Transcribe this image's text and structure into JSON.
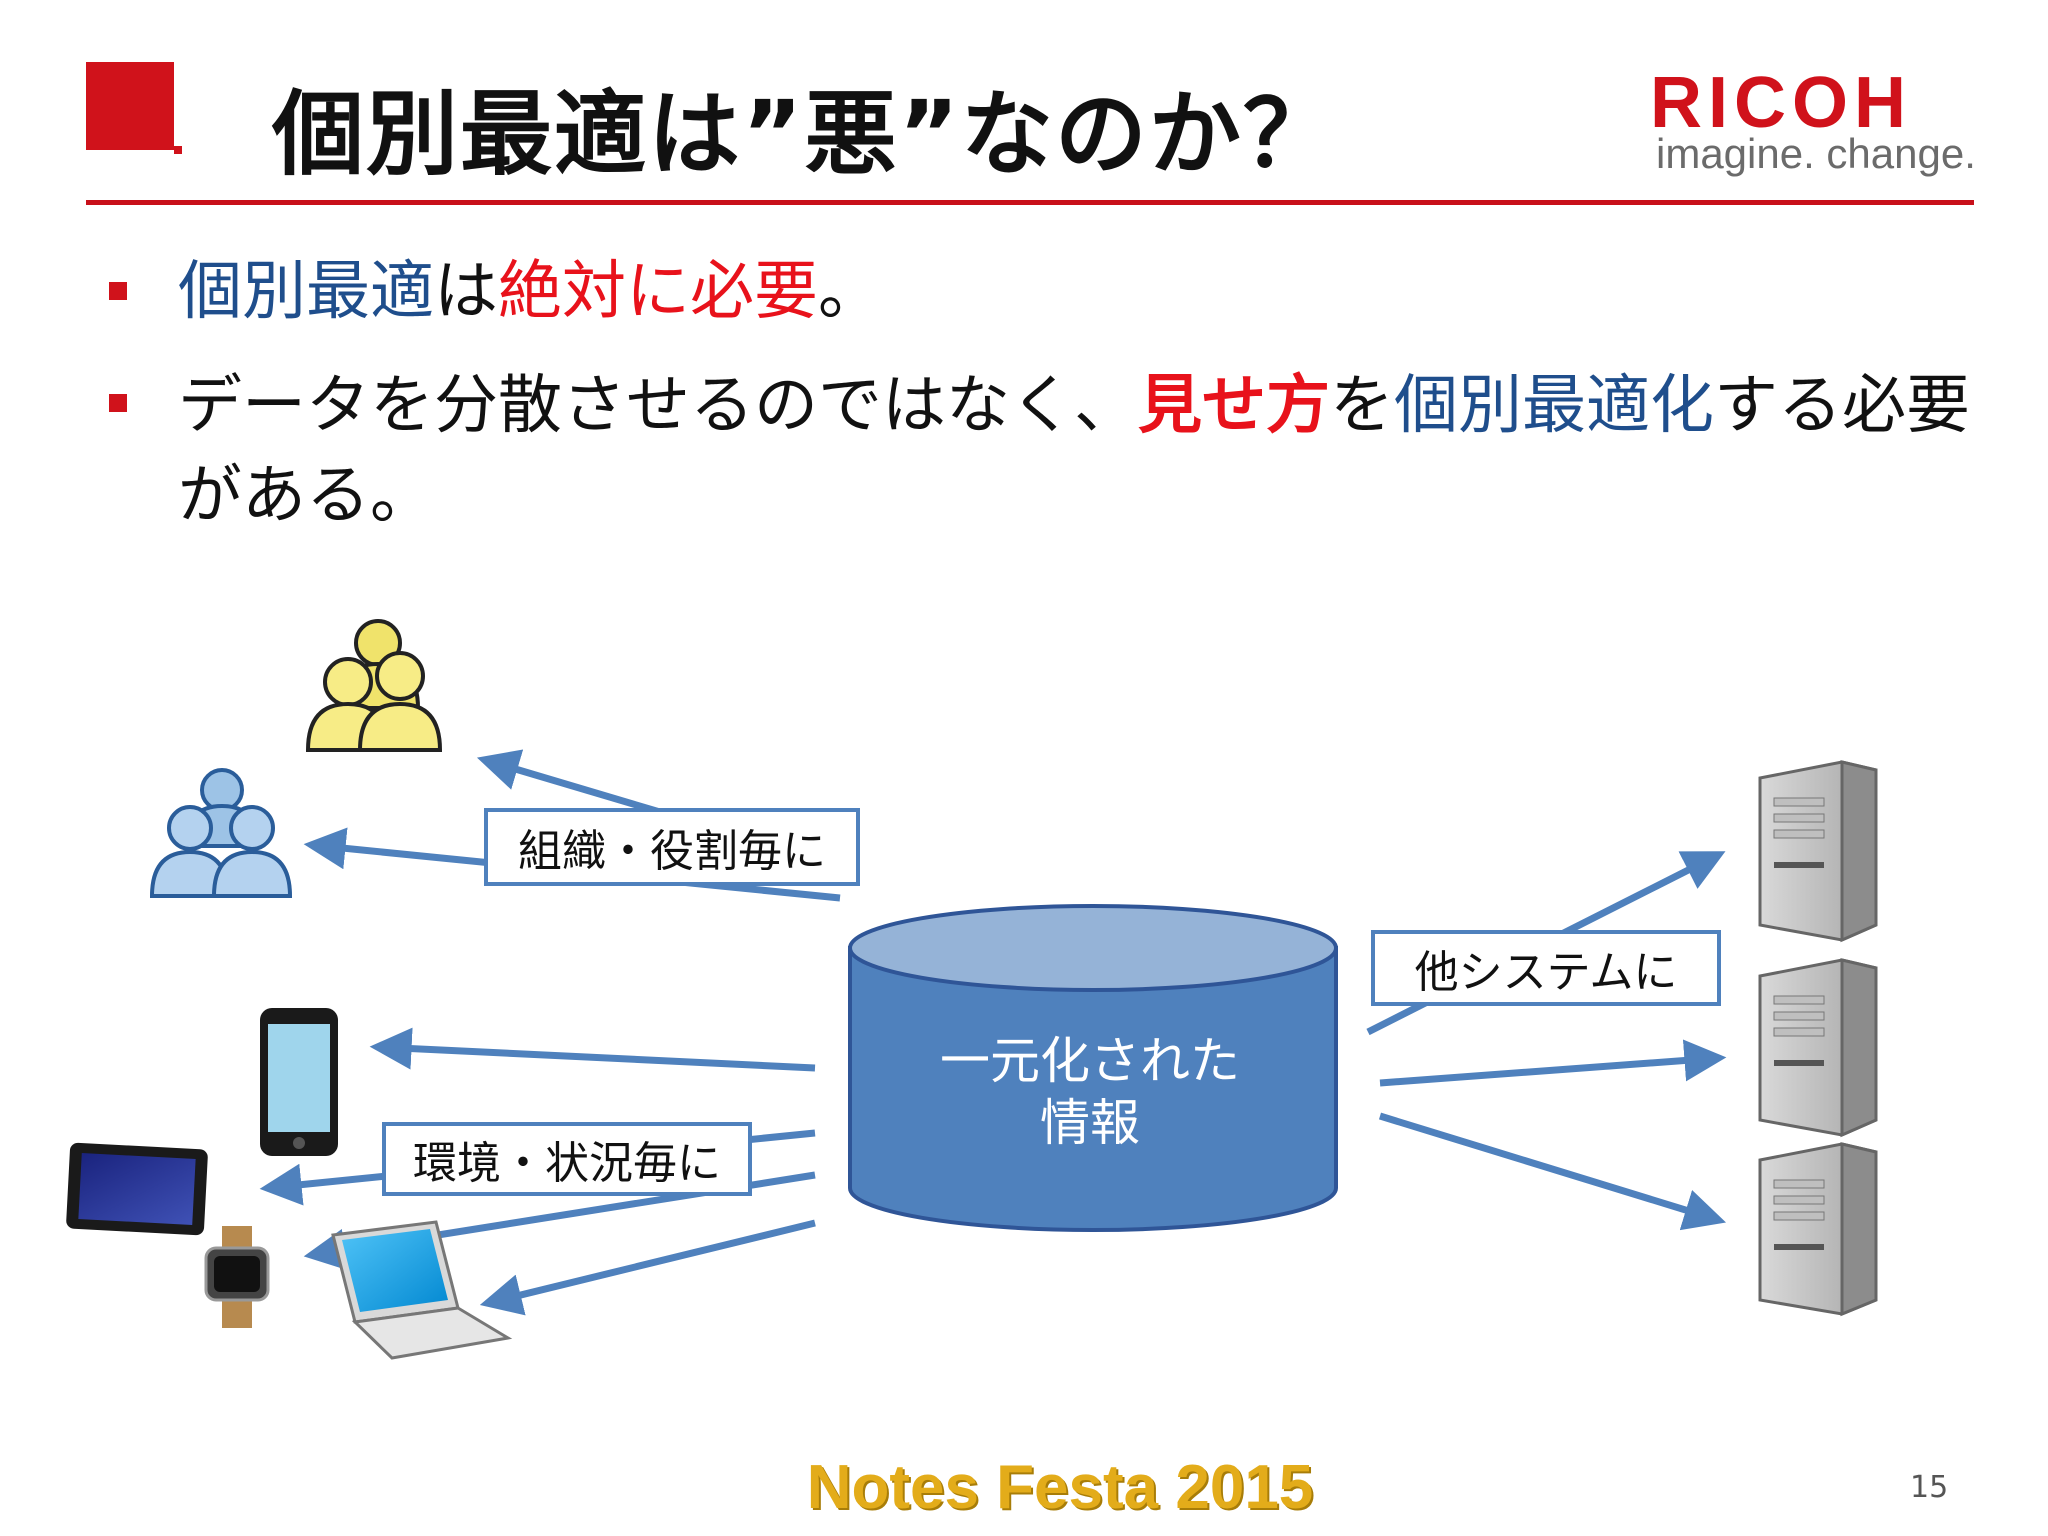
{
  "header": {
    "title": "個別最適は”悪”なのか？",
    "logo_word": "RICOH",
    "logo_tagline": "imagine. change.",
    "accent_color": "#d0121b"
  },
  "bullets": [
    {
      "segments": [
        {
          "text": "個別最適",
          "style": "blue"
        },
        {
          "text": "は",
          "style": "normal"
        },
        {
          "text": "絶対に必要",
          "style": "red"
        },
        {
          "text": "。",
          "style": "normal"
        }
      ]
    },
    {
      "segments": [
        {
          "text": "データを分散させるのではなく、",
          "style": "normal"
        },
        {
          "text": "見せ方",
          "style": "red-bold"
        },
        {
          "text": "を",
          "style": "normal"
        },
        {
          "text": "個別最適化",
          "style": "blue"
        },
        {
          "text": "する必要",
          "style": "normal"
        }
      ],
      "continuation": "がある。"
    }
  ],
  "diagram": {
    "center_line1": "一元化された",
    "center_line2": "情報",
    "label_org": "組織・役割毎に",
    "label_env": "環境・状況毎に",
    "label_sys": "他システムに",
    "icons": [
      "user-group-yellow-icon",
      "user-group-blue-icon",
      "smartphone-icon",
      "tablet-icon",
      "smartwatch-icon",
      "laptop-icon",
      "server-icon",
      "server-icon",
      "server-icon"
    ],
    "arrow_color": "#4f81bd",
    "db_color": "#4f81bd"
  },
  "footer": {
    "brand": "Notes Festa 2015",
    "page_number": "15"
  }
}
